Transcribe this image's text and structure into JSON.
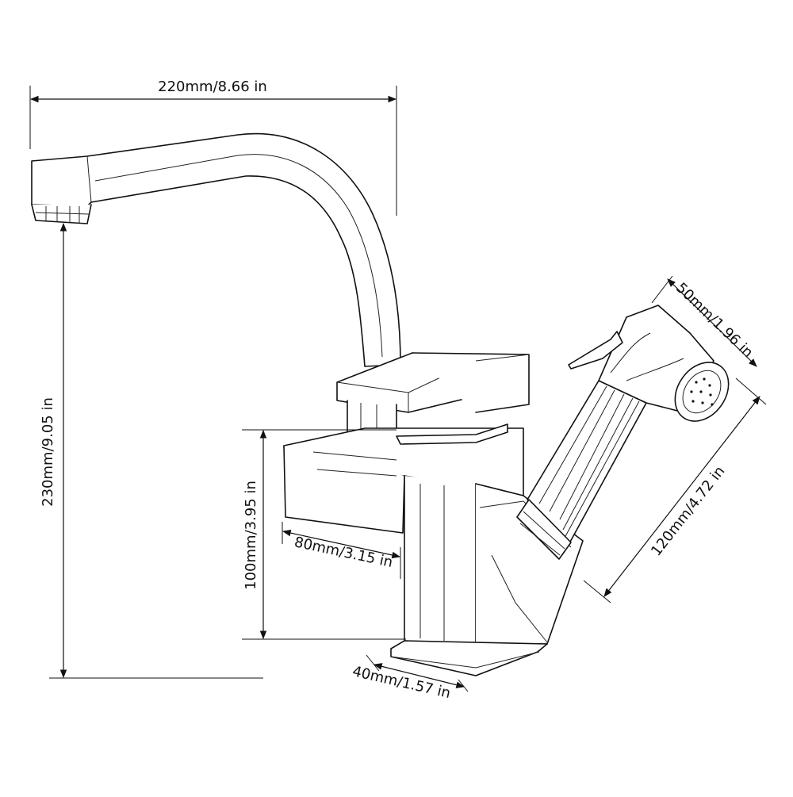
{
  "dimensions": {
    "spout_reach": "220mm/8.66 in",
    "total_height": "230mm/9.05 in",
    "base_height": "100mm/3.95 in",
    "body_depth": "80mm/3.15 in",
    "base_width": "40mm/1.57 in",
    "spray_head_diameter": "50mm/1.96 in",
    "spray_length": "120mm/4.72 in"
  }
}
